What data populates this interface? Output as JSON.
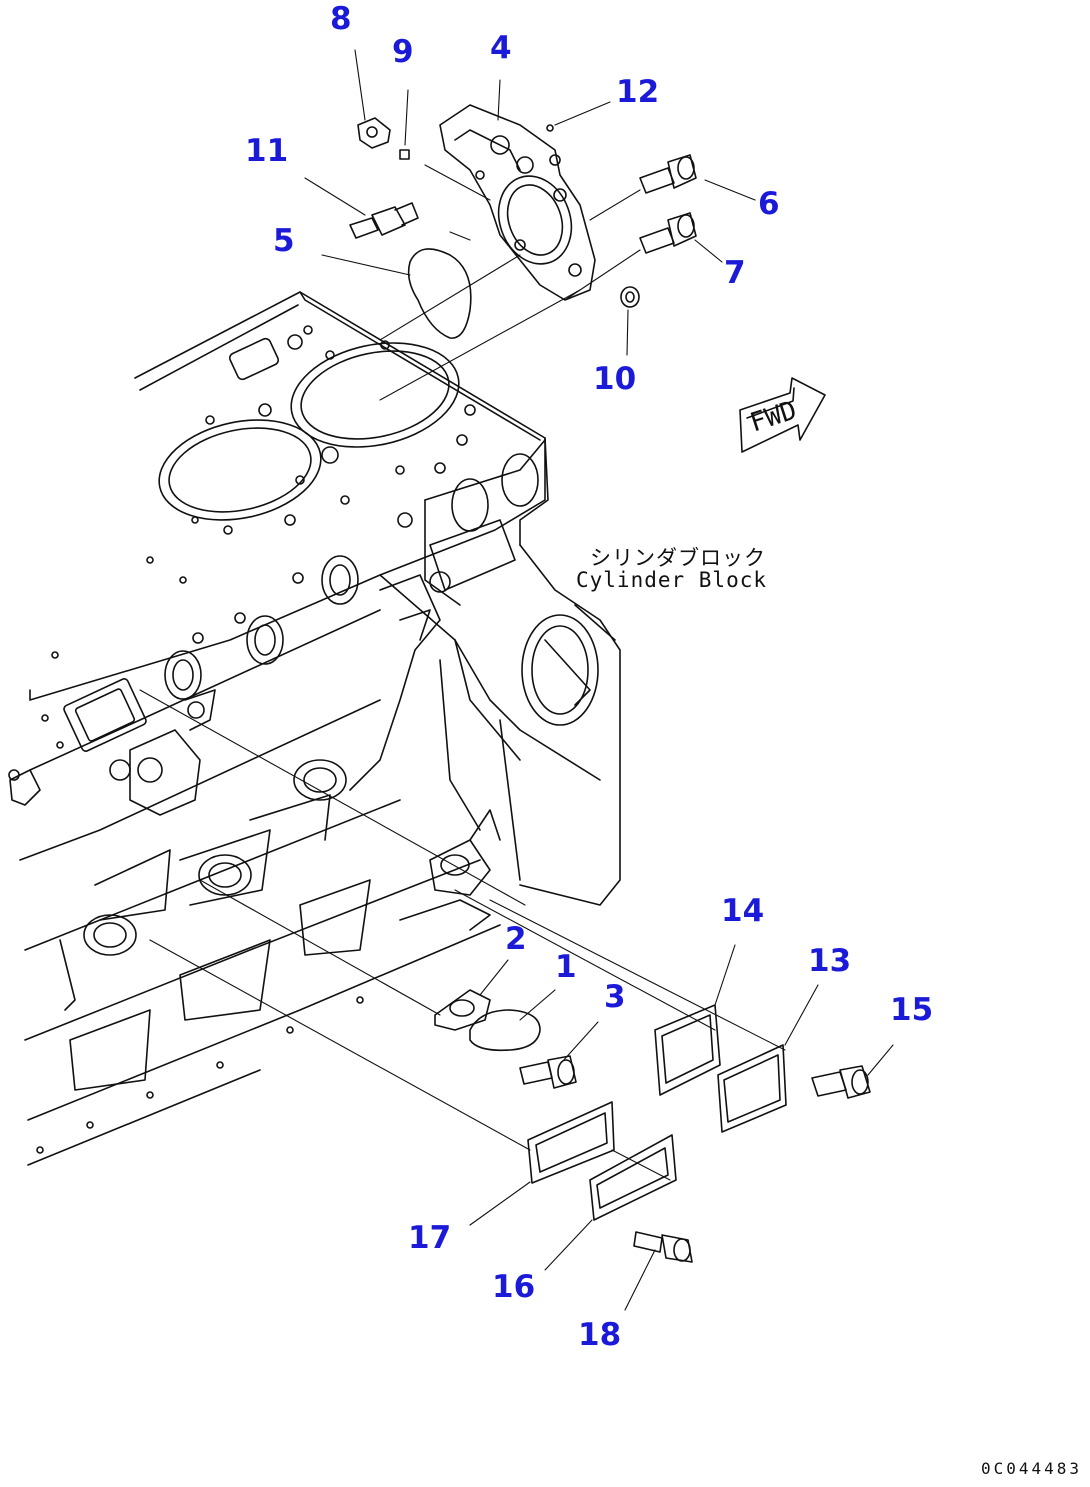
{
  "diagram": {
    "drawing_id": "0C044483",
    "forward_arrow_label": "FWD",
    "component_label_jp": "シリンダブロック",
    "component_label_en": "Cylinder Block",
    "callout_color": "#1a1ad8",
    "parts": [
      {
        "id": "p1",
        "number": "1"
      },
      {
        "id": "p2",
        "number": "2"
      },
      {
        "id": "p3",
        "number": "3"
      },
      {
        "id": "p4",
        "number": "4"
      },
      {
        "id": "p5",
        "number": "5"
      },
      {
        "id": "p6",
        "number": "6"
      },
      {
        "id": "p7",
        "number": "7"
      },
      {
        "id": "p8",
        "number": "8"
      },
      {
        "id": "p9",
        "number": "9"
      },
      {
        "id": "p10",
        "number": "10"
      },
      {
        "id": "p11",
        "number": "11"
      },
      {
        "id": "p12",
        "number": "12"
      },
      {
        "id": "p13",
        "number": "13"
      },
      {
        "id": "p14",
        "number": "14"
      },
      {
        "id": "p15",
        "number": "15"
      },
      {
        "id": "p16",
        "number": "16"
      },
      {
        "id": "p17",
        "number": "17"
      },
      {
        "id": "p18",
        "number": "18"
      }
    ]
  }
}
